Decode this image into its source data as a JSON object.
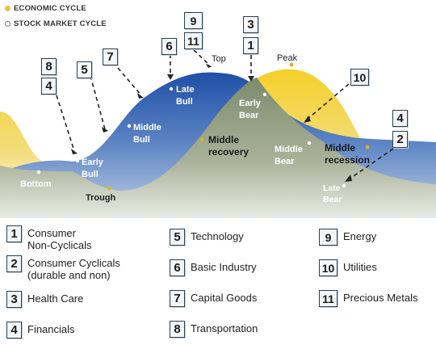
{
  "legend_top": {
    "economic": "ECONOMIC CYCLE",
    "stock": "STOCK MARKET CYCLE",
    "colors": {
      "economic": "#e6c63a",
      "stock": "#9aa6b0"
    }
  },
  "diagram": {
    "labels": {
      "top": "Top",
      "peak": "Peak",
      "bottom": "Bottom",
      "trough": "Trough",
      "early_bull_1": "Early",
      "early_bull_2": "Bull",
      "middle_bull_1": "Middle",
      "middle_bull_2": "Bull",
      "late_bull_1": "Late",
      "late_bull_2": "Bull",
      "early_bear_1": "Early",
      "early_bear_2": "Bear",
      "middle_bear_1": "Middle",
      "middle_bear_2": "Bear",
      "late_bear_1": "Late",
      "late_bear_2": "Bear",
      "middle_recovery_1": "Middle",
      "middle_recovery_2": "recovery",
      "middle_recession_1": "Middle",
      "middle_recession_2": "recession"
    },
    "markers": {
      "m8": "8",
      "m4a": "4",
      "m5": "5",
      "m7": "7",
      "m6": "6",
      "m9": "9",
      "m11": "11",
      "m3": "3",
      "m1": "1",
      "m10": "10",
      "m4b": "4",
      "m2": "2"
    },
    "colors": {
      "stock_fill": "#2f5fb0",
      "economy_fill": "#f2cf2c",
      "ground": "#8f9a7c"
    }
  },
  "sectors": [
    {
      "num": "1",
      "line1": "Consumer",
      "line2": "Non-Cyclicals"
    },
    {
      "num": "2",
      "line1": "Consumer Cyclicals",
      "line2": "(durable and non)"
    },
    {
      "num": "3",
      "line1": "Health Care",
      "line2": ""
    },
    {
      "num": "4",
      "line1": "Financials",
      "line2": ""
    },
    {
      "num": "5",
      "line1": "Technology",
      "line2": ""
    },
    {
      "num": "6",
      "line1": "Basic Industry",
      "line2": ""
    },
    {
      "num": "7",
      "line1": "Capital Goods",
      "line2": ""
    },
    {
      "num": "8",
      "line1": "Transportation",
      "line2": ""
    },
    {
      "num": "9",
      "line1": "Energy",
      "line2": ""
    },
    {
      "num": "10",
      "line1": "Utilities",
      "line2": ""
    },
    {
      "num": "11",
      "line1": "Precious Metals",
      "line2": ""
    }
  ]
}
